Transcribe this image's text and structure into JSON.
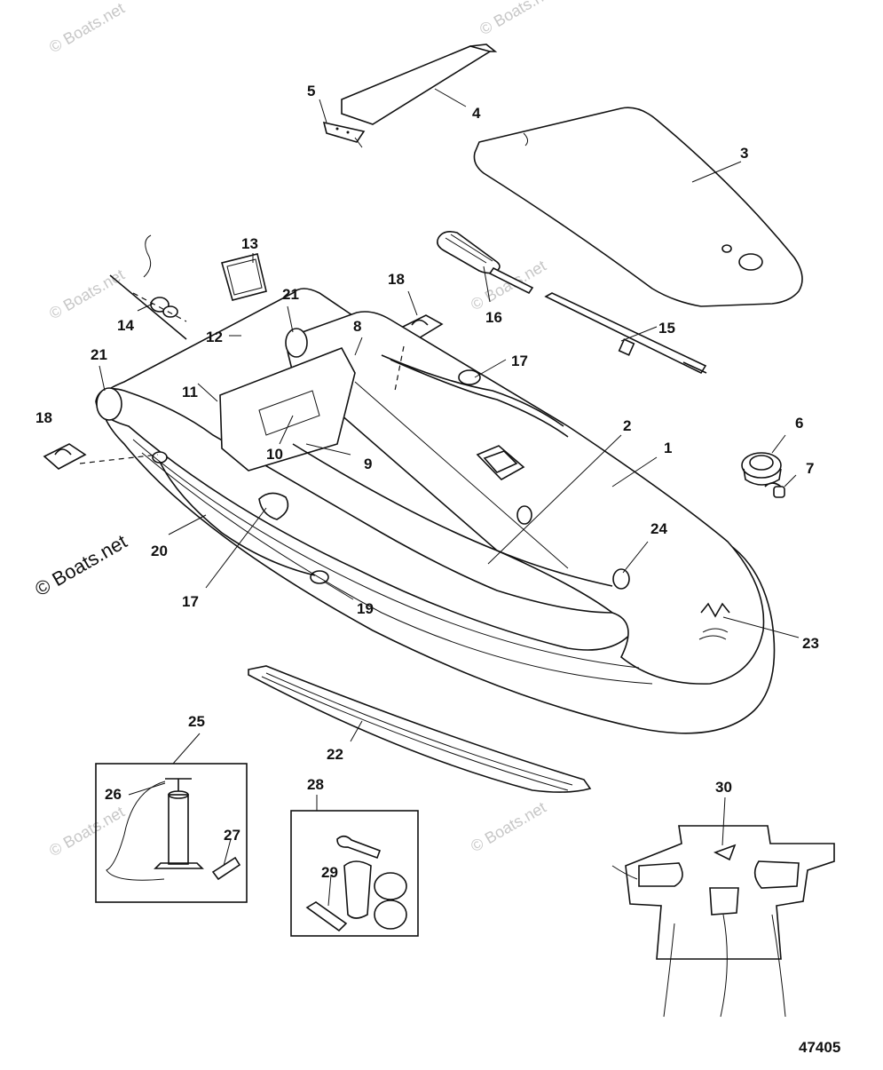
{
  "diagram": {
    "drawing_number": "47405",
    "watermark_text": "© Boats.net",
    "callouts": [
      "1",
      "2",
      "3",
      "4",
      "5",
      "6",
      "7",
      "8",
      "9",
      "10",
      "11",
      "12",
      "13",
      "14",
      "15",
      "16",
      "17",
      "17",
      "18",
      "18",
      "19",
      "20",
      "21",
      "21",
      "22",
      "23",
      "24",
      "25",
      "26",
      "27",
      "28",
      "29",
      "30"
    ],
    "colors": {
      "line": "#111111",
      "background": "#ffffff",
      "watermark": "#c7c7c7"
    }
  }
}
